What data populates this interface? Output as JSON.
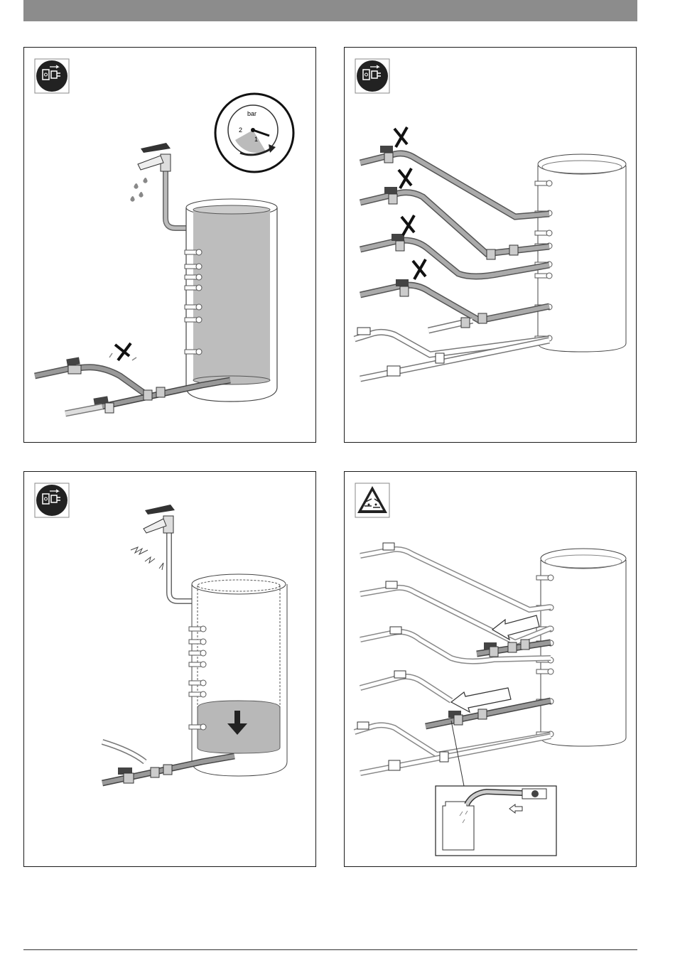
{
  "panels": [
    {
      "id": "1",
      "icon": "unplug-power-icon",
      "gauge": {
        "unit_label": "bar",
        "tick_labels": [
          "2",
          "1"
        ]
      }
    },
    {
      "id": "2",
      "icon": "unplug-power-icon"
    },
    {
      "id": "3",
      "icon": "unplug-power-icon"
    },
    {
      "id": "4",
      "icon": "corrosive-warning-icon"
    }
  ]
}
